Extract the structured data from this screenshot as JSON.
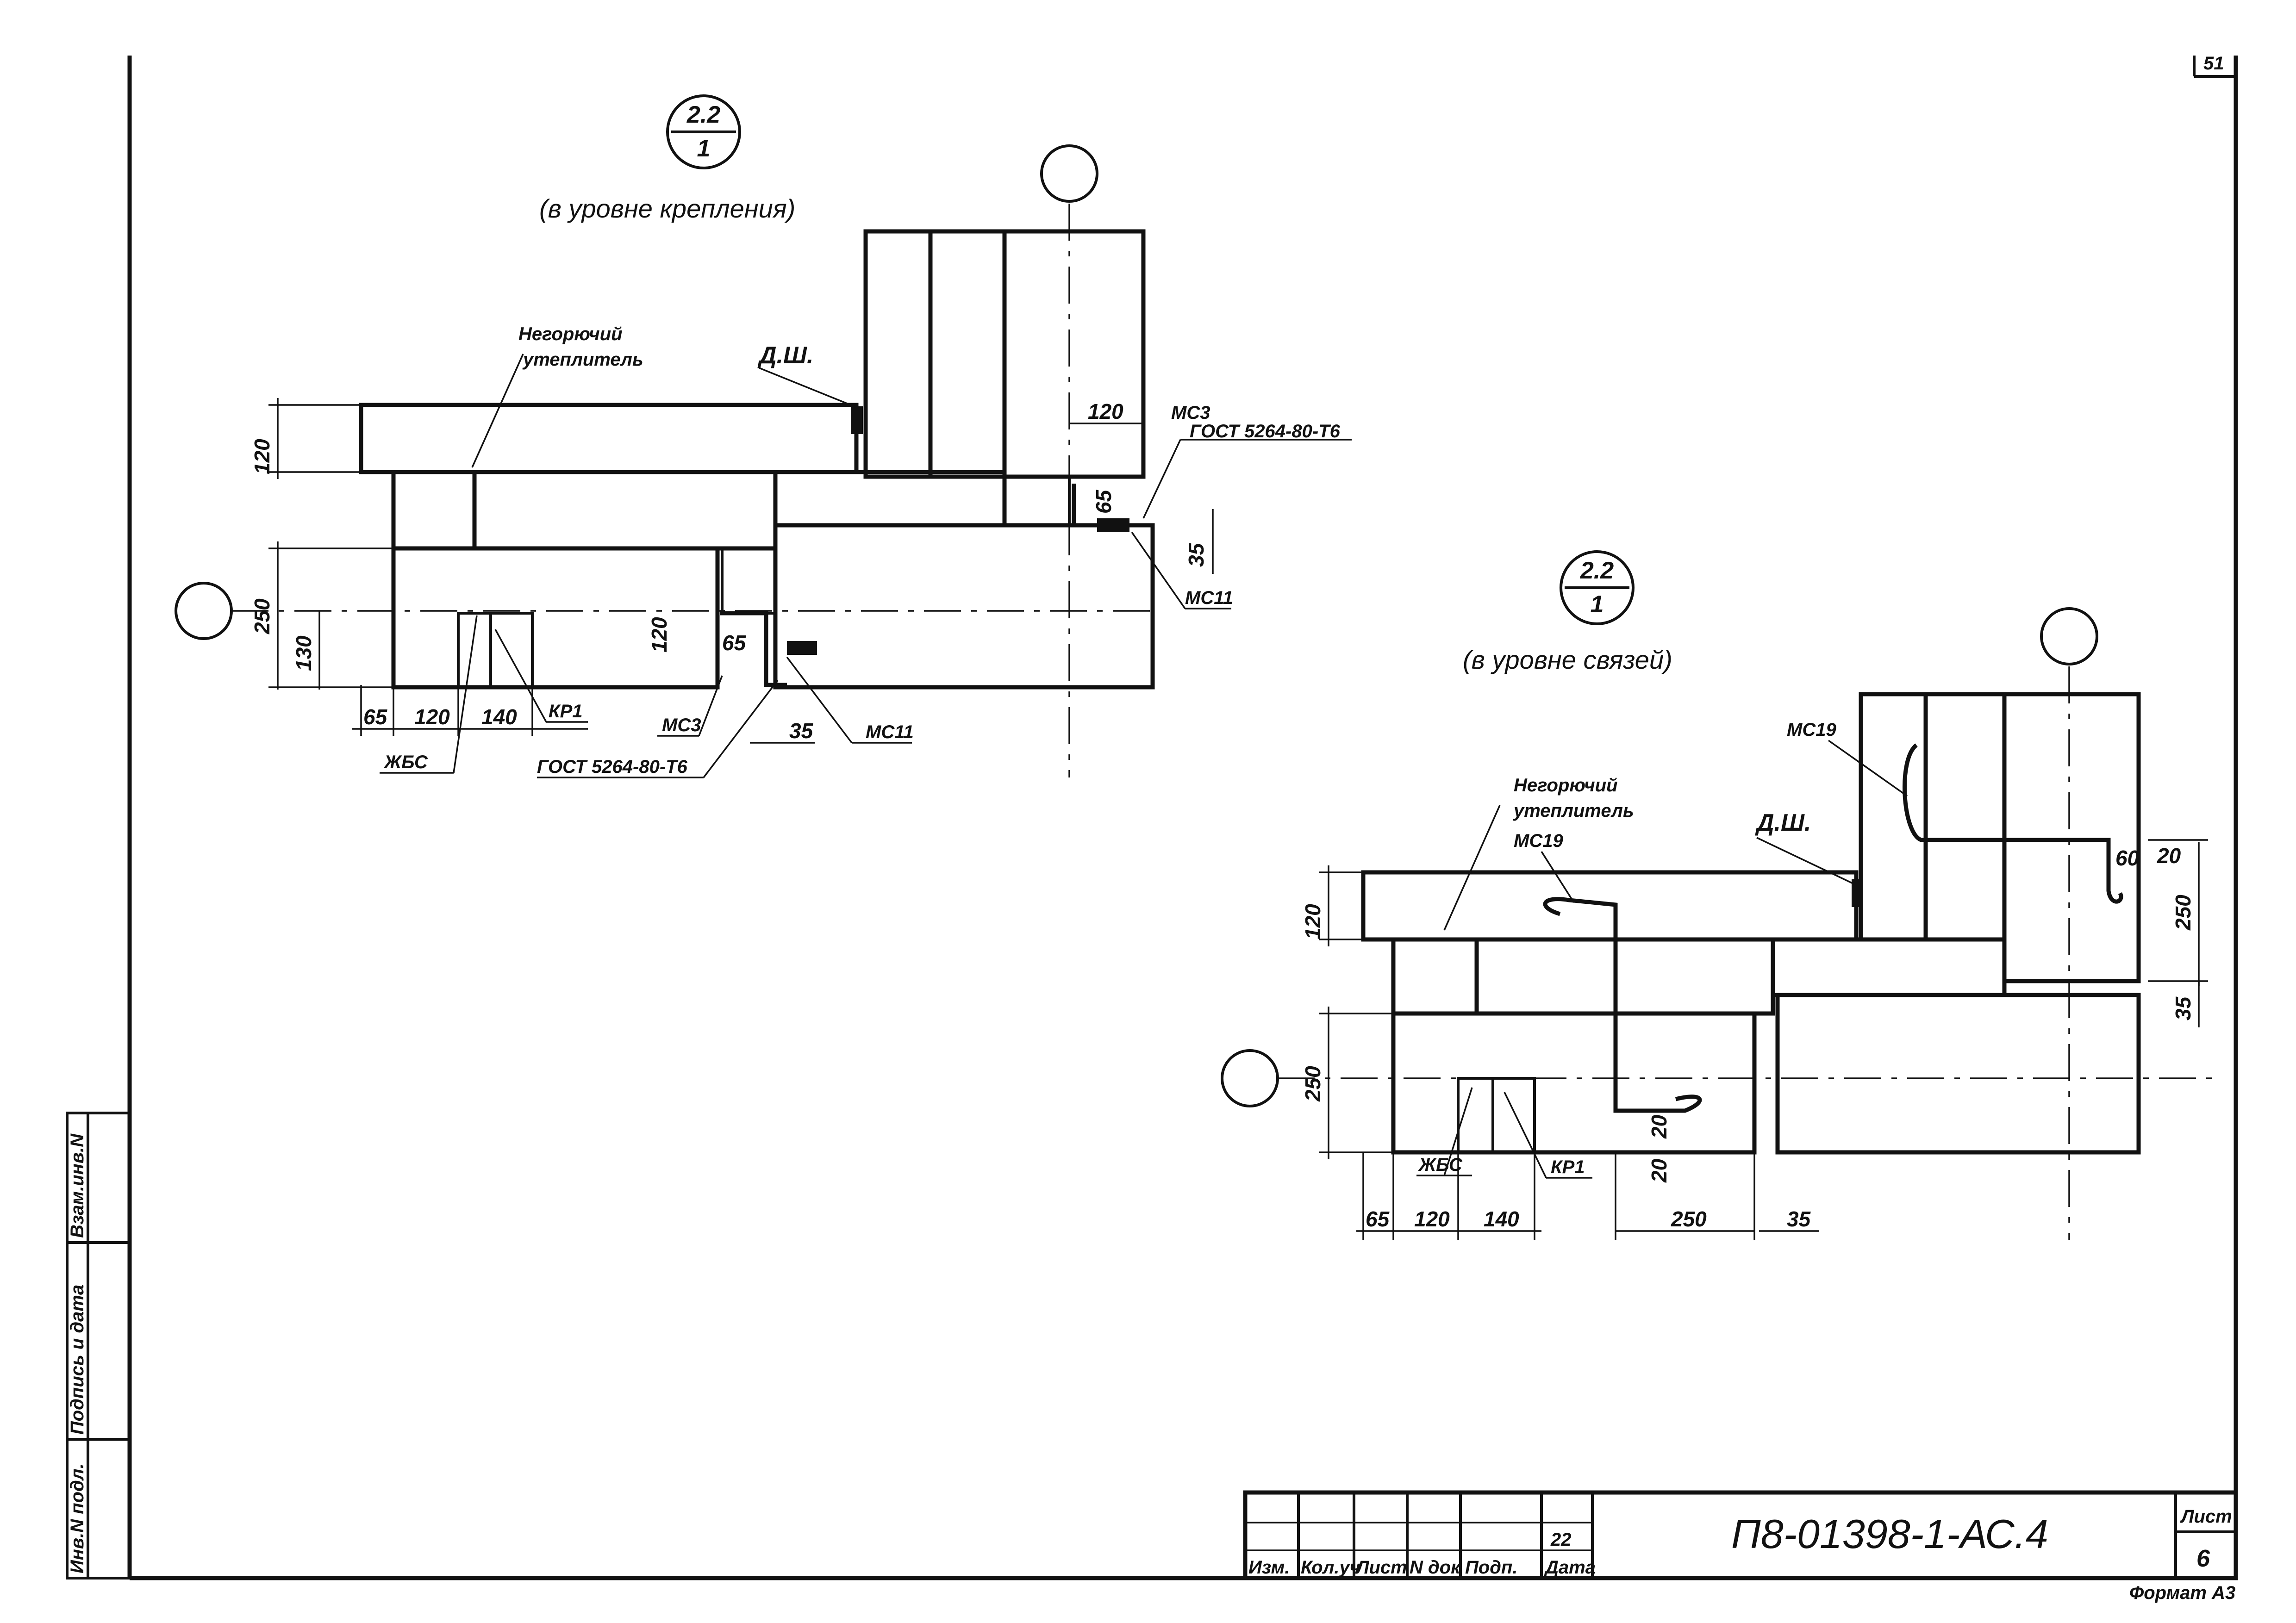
{
  "corner_tab": "51",
  "detail_a": {
    "marker_top": "2.2",
    "marker_bottom": "1",
    "caption": "(в уровне крепления)",
    "insulation_label_1": "Негорючий",
    "insulation_label_2": "утеплитель",
    "seam_label": "Д.Ш.",
    "labels": [
      "МС3",
      "ГОСТ 5264-80-Т6",
      "МС11",
      "МС3",
      "ГОСТ 5264-80-Т6",
      "МС11",
      "КР1",
      "ЖБС"
    ],
    "dims": [
      "120",
      "250",
      "130",
      "65",
      "120",
      "140",
      "120",
      "65",
      "35",
      "120",
      "65",
      "35"
    ]
  },
  "detail_b": {
    "marker_top": "2.2",
    "marker_bottom": "1",
    "caption": "(в уровне связей)",
    "insulation_label_1": "Негорючий",
    "insulation_label_2": "утеплитель",
    "seam_label": "Д.Ш.",
    "labels": [
      "МС19",
      "МС19",
      "ЖБС",
      "КР1"
    ],
    "dims": [
      "120",
      "250",
      "65",
      "120",
      "140",
      "250",
      "35",
      "20",
      "20",
      "60",
      "20",
      "250",
      "35"
    ]
  },
  "side_stamp": {
    "cells": [
      "Инв.N подл.",
      "Подпись и дата",
      "Взам.инв.N"
    ]
  },
  "title_block": {
    "headers": [
      "Изм.",
      "Кол.уч",
      "Лист",
      "N док",
      "Подп.",
      "Дата"
    ],
    "doc_code": "П8-01398-1-АС.4",
    "sheet_label": "Лист",
    "sheet_number": "6",
    "format": "Формат А3",
    "small_mark": "22"
  }
}
